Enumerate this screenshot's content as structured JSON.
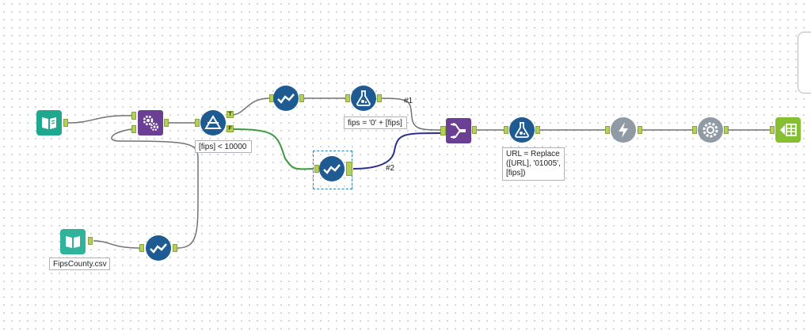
{
  "workflow": {
    "annotations": {
      "filter_expr": "[fips] < 10000",
      "formula1_expr": "fips = '0' + [fips]",
      "formula2_expr": "URL = Replace\n([URL], '01005',\n[fips])",
      "input2_file": "FipsCounty.csv"
    },
    "connection_labels": {
      "c1": "#1",
      "c2": "#2"
    },
    "anchor_labels": {
      "true": "T",
      "false": "F"
    },
    "colors": {
      "circle_tool": "#1d5b92",
      "input_tool": "#20a88f",
      "purple_tool": "#6a3f94",
      "grey_tool": "#8f9aa5",
      "output_tool": "#86bf32",
      "anchor": "#b5cf5b",
      "wire_gray": "#6f7378",
      "wire_green": "#3a9a3c",
      "wire_blue": "#2b2f8f"
    },
    "icons": [
      "input-data-icon",
      "multi-field-formula-icon",
      "filter-icon",
      "select-icon",
      "formula-icon",
      "join-icon",
      "download-icon",
      "gear-icon",
      "output-data-icon"
    ]
  }
}
